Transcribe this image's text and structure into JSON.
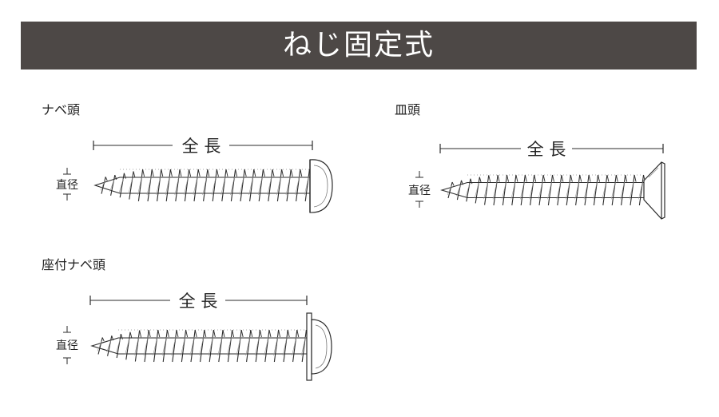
{
  "header": {
    "title": "ねじ固定式"
  },
  "colors": {
    "header_bg": "#4d4846",
    "line": "#2b2b2b",
    "header_text": "#ffffff"
  },
  "screws": [
    {
      "type_label": "ナベ頭",
      "length_label": "全 長",
      "diameter_label": "直径",
      "head_shape": "pan"
    },
    {
      "type_label": "皿頭",
      "length_label": "全 長",
      "diameter_label": "直径",
      "head_shape": "flat"
    },
    {
      "type_label": "座付ナベ頭",
      "length_label": "全 長",
      "diameter_label": "直径",
      "head_shape": "washer-pan"
    }
  ]
}
